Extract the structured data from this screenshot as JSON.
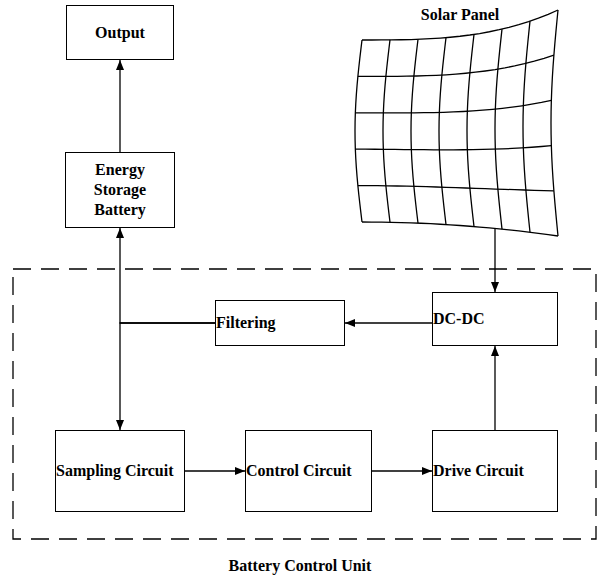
{
  "diagram": {
    "nodes": [
      {
        "text": [
          "Output"
        ]
      },
      {
        "text": [
          "Energy Storage Battery"
        ]
      },
      {
        "text": [
          "Solar Panel"
        ]
      },
      {
        "text": [
          "Battery Control Unit"
        ]
      },
      {
        "text": [
          "Filtering"
        ],
        "in": 3
      },
      {
        "text": [
          "DC-DC"
        ],
        "in": 3
      },
      {
        "text": [
          "Sampling Circuit"
        ],
        "in": 3
      },
      {
        "text": [
          "Control Circuit"
        ],
        "in": 3
      },
      {
        "text": [
          "Drive Circuit"
        ],
        "in": 3
      }
    ],
    "edges": [
      {
        "from": 1,
        "to": 0,
        "arrow": "to"
      },
      {
        "from": 2,
        "to": 5,
        "arrow": "to"
      },
      {
        "from": 5,
        "to": 4,
        "arrow": "to"
      },
      {
        "from": 4,
        "to": 1,
        "arrow": "to"
      },
      {
        "from": 4,
        "to": 6,
        "arrow": "to"
      },
      {
        "from": 6,
        "to": 7,
        "arrow": "to"
      },
      {
        "from": 7,
        "to": 8,
        "arrow": "to"
      },
      {
        "from": 8,
        "to": 5,
        "arrow": "to"
      }
    ]
  }
}
